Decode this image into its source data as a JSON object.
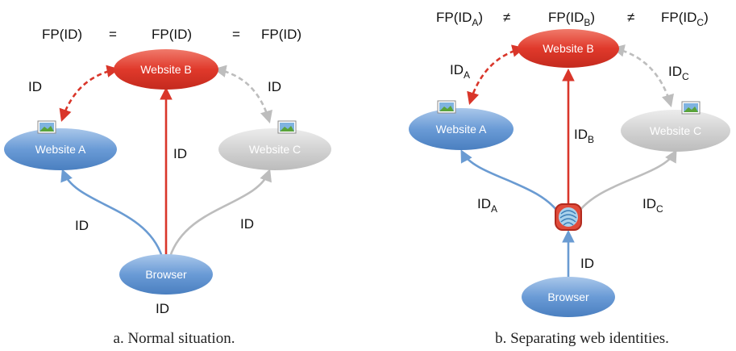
{
  "colors": {
    "red_node": "#e0392b",
    "blue_node": "#5b8fcf",
    "gray_node": "#cfcfcf",
    "red_arrow": "#d9362a",
    "blue_arrow": "#6a9bd2",
    "gray_arrow": "#bdbdbd"
  },
  "panel_a": {
    "header": {
      "fp1": "FP(ID)",
      "eq1": "=",
      "fp2": "FP(ID)",
      "eq2": "=",
      "fp3": "FP(ID)"
    },
    "nodes": {
      "website_b": "Website B",
      "website_a": "Website A",
      "website_c": "Website C",
      "browser": "Browser"
    },
    "edge_labels": {
      "a_b": "ID",
      "c_b": "ID",
      "browser_b": "ID",
      "browser_a": "ID",
      "browser_c": "ID",
      "browser_bottom": "ID"
    },
    "caption": "a. Normal situation."
  },
  "panel_b": {
    "header": {
      "fp1": "FP(ID",
      "fp1_sub": "A",
      "fp1_close": ")",
      "neq1": "≠",
      "fp2": "FP(ID",
      "fp2_sub": "B",
      "fp2_close": ")",
      "neq2": "≠",
      "fp3": "FP(ID",
      "fp3_sub": "C",
      "fp3_close": ")"
    },
    "nodes": {
      "website_b": "Website B",
      "website_a": "Website A",
      "website_c": "Website C",
      "browser": "Browser"
    },
    "edge_labels": {
      "a_b": "ID",
      "a_b_sub": "A",
      "c_b": "ID",
      "c_b_sub": "C",
      "center": "ID",
      "center_sub": "B",
      "to_a": "ID",
      "to_a_sub": "A",
      "to_c": "ID",
      "to_c_sub": "C",
      "browser_up": "ID"
    },
    "caption": "b. Separating web identities."
  }
}
